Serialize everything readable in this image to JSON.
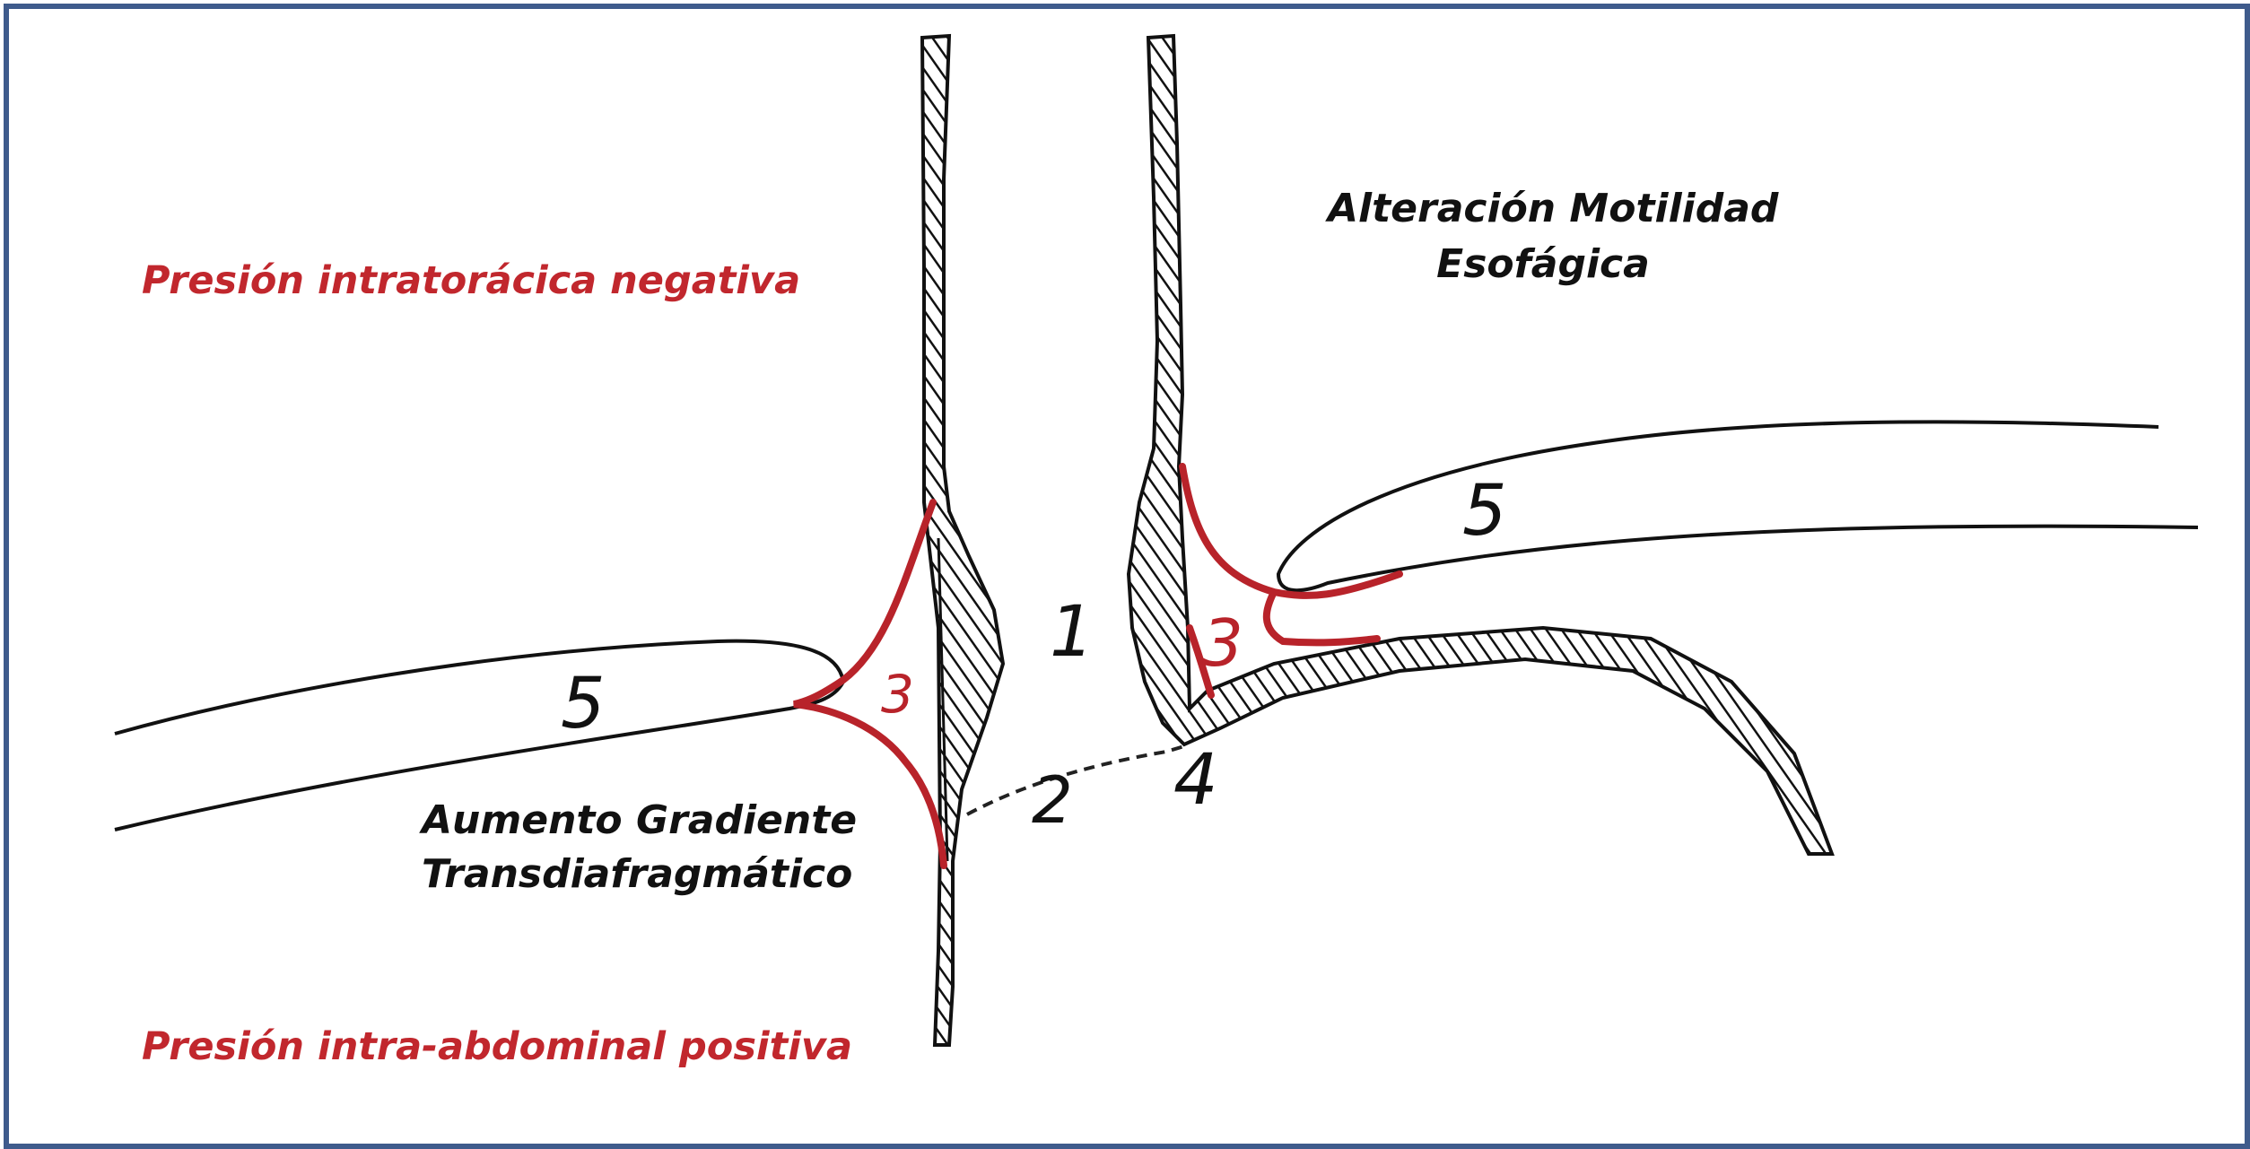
{
  "labels": {
    "thoracic_pressure": "Presión intratorácica negativa",
    "abdominal_pressure": "Presión intra-abdominal positiva",
    "motility_line1": "Alteración Motilidad",
    "motility_line2": "Esofágica",
    "gradient_line1": "Aumento Gradiente",
    "gradient_line2": "Transdiafragmático"
  },
  "numbers": {
    "n1": "1",
    "n2": "2",
    "n3_left": "3",
    "n3_right": "3",
    "n4": "4",
    "n5_left": "5",
    "n5_right": "5"
  },
  "colors": {
    "frame": "#3f5b8c",
    "red_label": "#c1272d",
    "red_ligament": "#b8232a",
    "ink": "#111111"
  }
}
